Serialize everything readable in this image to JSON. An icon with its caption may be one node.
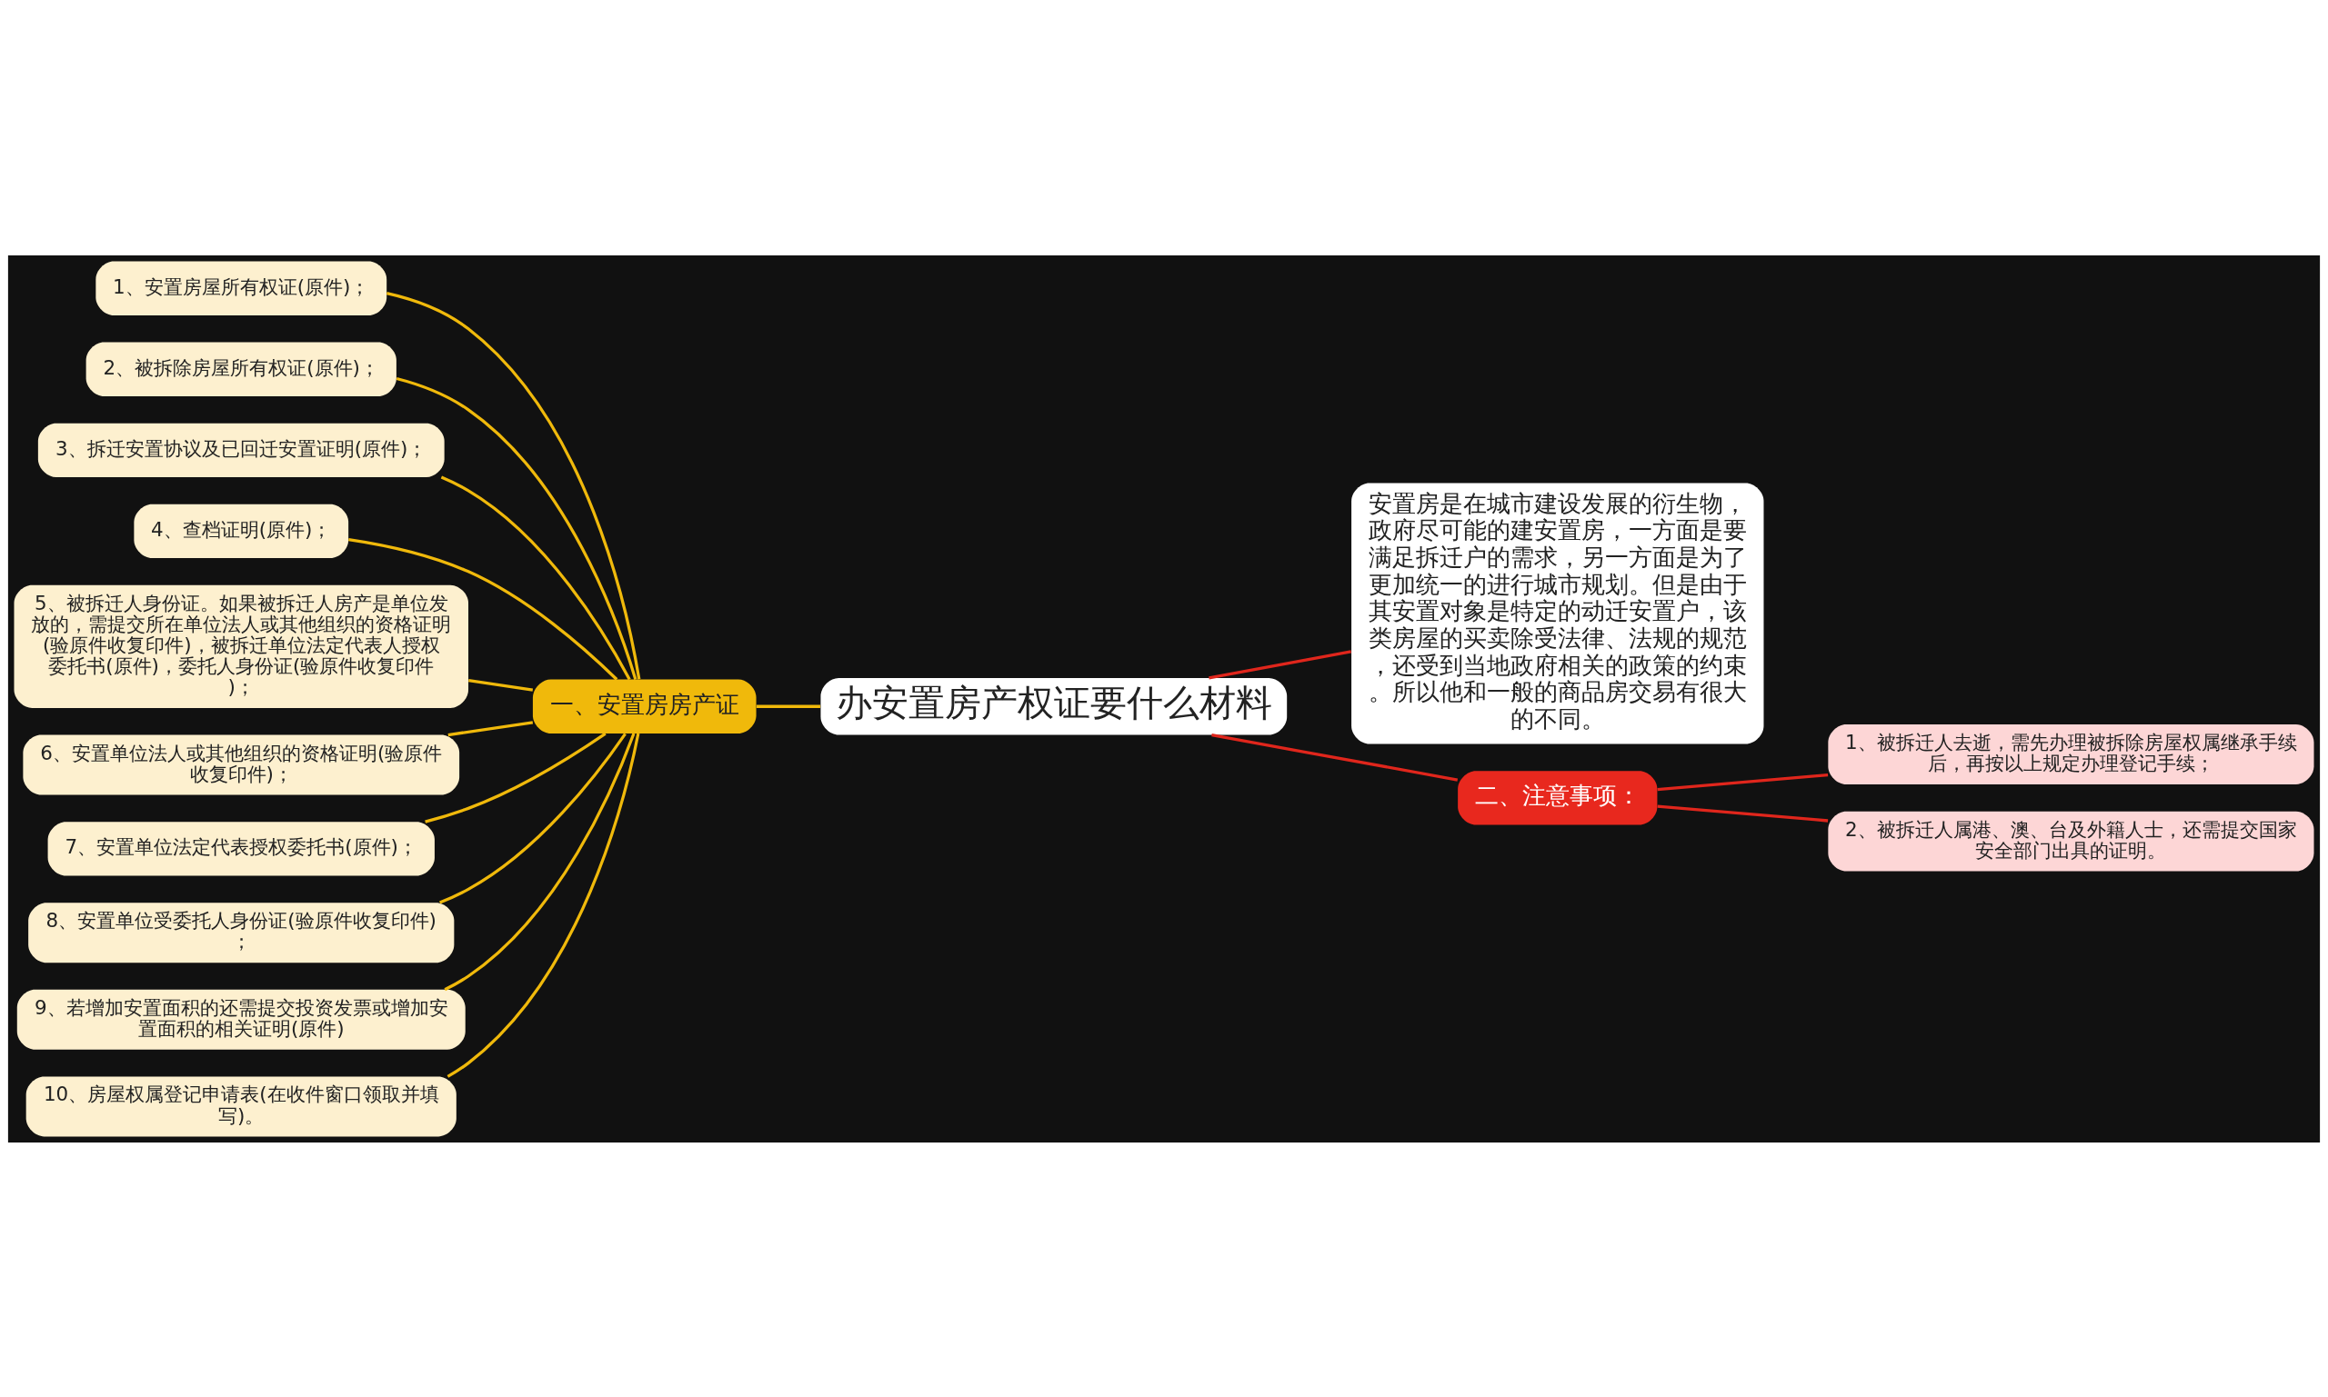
{
  "diagram": {
    "nodes": [
      {
        "text": [
          "办安置房产权证要什么材料"
        ]
      },
      {
        "text": [
          "一、安置房房产证"
        ]
      },
      {
        "text": [
          "1、安置房屋所有权证(原件)；"
        ]
      },
      {
        "text": [
          "2、被拆除房屋所有权证(原件)；"
        ]
      },
      {
        "text": [
          "3、拆迁安置协议及已回迁安置证明(原件)；"
        ]
      },
      {
        "text": [
          "4、查档证明(原件)；"
        ]
      },
      {
        "text": [
          "5、被拆迁人身份证。如果被拆迁人房产是单位发放的，需提交所在单位法人或其他组织的资格证明(验原件收复印件)，被拆迁单位法定代表人授权委托书(原件)，委托人身份证(验原件收复印件)；"
        ]
      },
      {
        "text": [
          "6、安置单位法人或其他组织的资格证明(验原件收复印件)；"
        ]
      },
      {
        "text": [
          "7、安置单位法定代表授权委托书(原件)；"
        ]
      },
      {
        "text": [
          "8、安置单位受委托人身份证(验原件收复印件)；"
        ]
      },
      {
        "text": [
          "9、若增加安置面积的还需提交投资发票或增加安置面积的相关证明(原件)"
        ]
      },
      {
        "text": [
          "10、房屋权属登记申请表(在收件窗口领取并填写)。"
        ]
      },
      {
        "text": [
          "安置房是在城市建设发展的衍生物，政府尽可能的建安置房，一方面是要满足拆迁户的需求，另一方面是为了更加统一的进行城市规划。但是由于其安置对象是特定的动迁安置户，该类房屋的买卖除受法律、法规的规范，还受到当地政府相关的政策的约束。所以他和一般的商品房交易有很大的不同。"
        ]
      },
      {
        "text": [
          "二、注意事项："
        ]
      },
      {
        "text": [
          "1、被拆迁人去逝，需先办理被拆除房屋权属继承手续后，再按以上规定办理登记手续；"
        ]
      },
      {
        "text": [
          "2、被拆迁人属港、澳、台及外籍人士，还需提交国家安全部门出具的证明。"
        ]
      }
    ],
    "edges": [
      {
        "from": 0,
        "to": 1,
        "arrow": "none"
      },
      {
        "from": 1,
        "to": 2,
        "arrow": "none"
      },
      {
        "from": 1,
        "to": 3,
        "arrow": "none"
      },
      {
        "from": 1,
        "to": 4,
        "arrow": "none"
      },
      {
        "from": 1,
        "to": 5,
        "arrow": "none"
      },
      {
        "from": 1,
        "to": 6,
        "arrow": "none"
      },
      {
        "from": 1,
        "to": 7,
        "arrow": "none"
      },
      {
        "from": 1,
        "to": 8,
        "arrow": "none"
      },
      {
        "from": 1,
        "to": 9,
        "arrow": "none"
      },
      {
        "from": 1,
        "to": 10,
        "arrow": "none"
      },
      {
        "from": 1,
        "to": 11,
        "arrow": "none"
      },
      {
        "from": 0,
        "to": 12,
        "arrow": "none",
        "color": "#e0261c"
      },
      {
        "from": 0,
        "to": 13,
        "arrow": "none",
        "color": "#e0261c"
      },
      {
        "from": 13,
        "to": 14,
        "arrow": "none",
        "color": "#e0261c"
      },
      {
        "from": 13,
        "to": 15,
        "arrow": "none",
        "color": "#e0261c"
      }
    ]
  }
}
